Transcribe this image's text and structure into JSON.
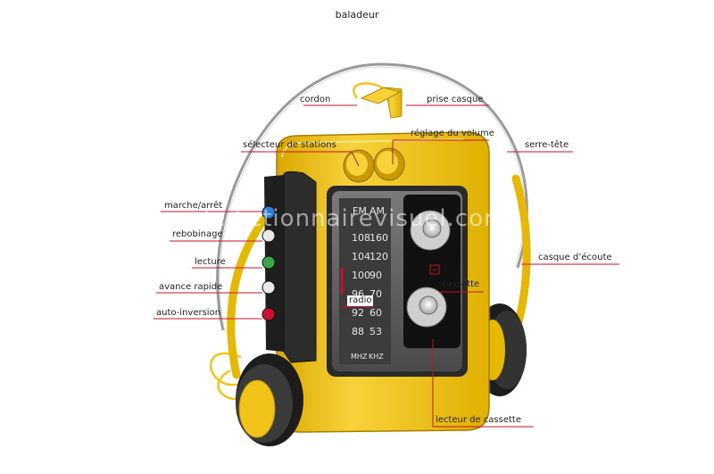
{
  "title": "baladeur",
  "watermark": "ledictionnairevisuel.com",
  "labels": {
    "cordon": "cordon",
    "prise_casque": "prise casque",
    "reglage_volume": "réglage du volume",
    "selecteur_stations": "sélecteur de stations",
    "serre_tete": "serre-tête",
    "marche_arret": "marche/arrêt",
    "rebobinage": "rebobinage",
    "lecture": "lecture",
    "avance_rapide": "avance rapide",
    "auto_inversion": "auto-inversion",
    "casque_ecoute": "casque d’écoute",
    "cassette": "cassette",
    "radio": "radio",
    "lecteur_cassette": "lecteur de cassette"
  },
  "radio_dial": {
    "band_fm": "FM",
    "band_am": "AM",
    "fm_values": [
      "108",
      "104",
      "100",
      "96",
      "92",
      "88"
    ],
    "am_values": [
      "160",
      "120",
      "90",
      "70",
      "60",
      "53"
    ],
    "unit_fm": "MHZ",
    "unit_am": "KHZ"
  },
  "colors": {
    "body_yellow": "#f2c419",
    "accent_red": "#c8102e",
    "button_blue": "#2a7fd4",
    "button_green": "#3aa64a"
  }
}
